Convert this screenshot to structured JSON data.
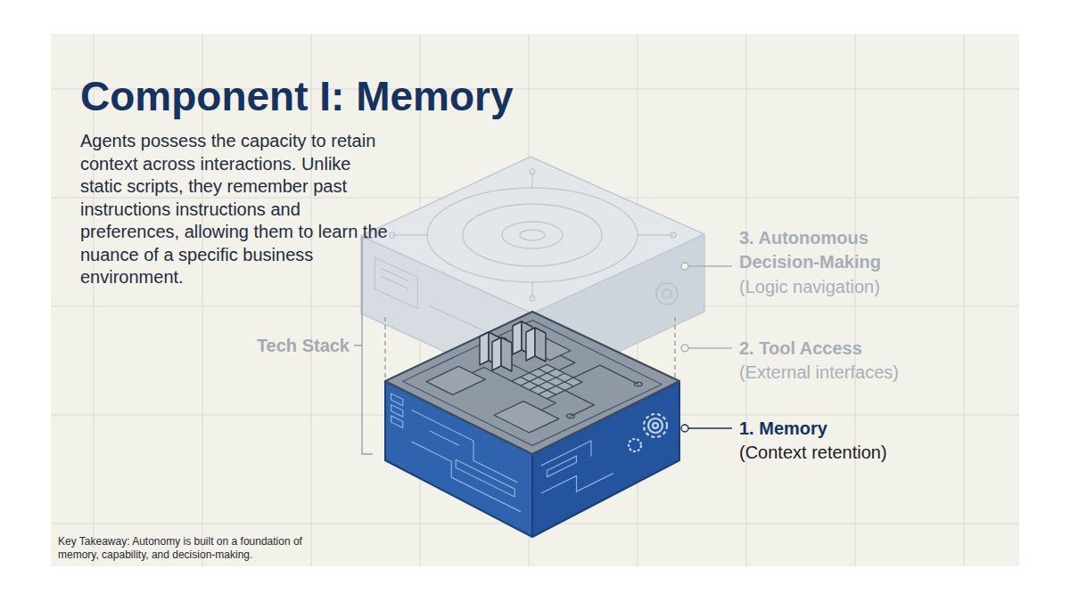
{
  "diagram": {
    "title": "Component I: Memory",
    "labels": [
      "Agents possess the capacity to retain context across interactions. Unlike static scripts, they remember past instructions instructions and preferences, allowing them to learn the nuance of a specific business environment.",
      "Tech Stack",
      "3. Autonomous Decision-Making",
      "(Logic navigation)",
      "2. Tool Access",
      "(External interfaces)",
      "1. Memory",
      "(Context retention)",
      "Key Takeaway: Autonomy is built on a foundation of memory, capability, and decision-making."
    ]
  }
}
